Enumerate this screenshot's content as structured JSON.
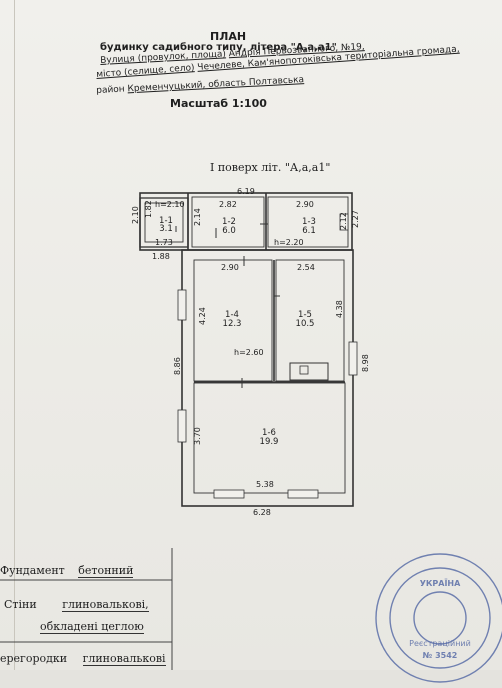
{
  "header": {
    "title": "ПЛАН",
    "subtitle": "будинку садибного типу, літера \"А,а,а1\"",
    "line1_label": "Вулиця (провулок, площа)",
    "line1_value": "Андрія Первозванного, №19,",
    "line2_label": "місто (селище, село)",
    "line2_value": "Чечелеве, Кам'янопотоківська територіальна громада,",
    "line3_label": "район",
    "line3_value": "Кременчуцький, область Полтавська",
    "scale": "Масштаб 1:100"
  },
  "plan": {
    "floor_label": "І поверх літ. \"А,а,а1\"",
    "dims": {
      "top_total": "6.19",
      "left_total": "8.86",
      "right_total": "8.98",
      "bottom_total": "6.28",
      "porch_h": "h=2.10",
      "porch_w": "1.73",
      "porch_outer_w": "1.88",
      "porch_left": "2.10",
      "porch_inner": "1.82",
      "r2_w": "2.82",
      "r2_h": "2.14",
      "r3_w": "2.90",
      "r3_h": "2.12",
      "right_upper": "2.27",
      "height_mid": "h=2.20",
      "r4_w": "2.90",
      "r4_h": "4.24",
      "r5_w": "2.54",
      "r5_h": "4.38",
      "height_low": "h=2.60",
      "r6_h": "3.70",
      "r6_w": "5.38"
    },
    "rooms": [
      {
        "id": "1-1",
        "area": "3.1"
      },
      {
        "id": "1-2",
        "area": "6.0"
      },
      {
        "id": "1-3",
        "area": "6.1"
      },
      {
        "id": "1-4",
        "area": "12.3"
      },
      {
        "id": "1-5",
        "area": "10.5"
      },
      {
        "id": "1-6",
        "area": "19.9"
      }
    ]
  },
  "table": {
    "foundation_label": "Фундамент",
    "foundation_value": "бетонний",
    "walls_label": "Стіни",
    "walls_value": "глиновалькові,",
    "walls_value2": "обкладені цеглою",
    "partitions_label": "ерегородки",
    "partitions_value": "глиновалькові"
  },
  "stamp": {
    "country": "УКРАЇНА",
    "number": "№ 3542",
    "registry": "Реєстраційний"
  }
}
